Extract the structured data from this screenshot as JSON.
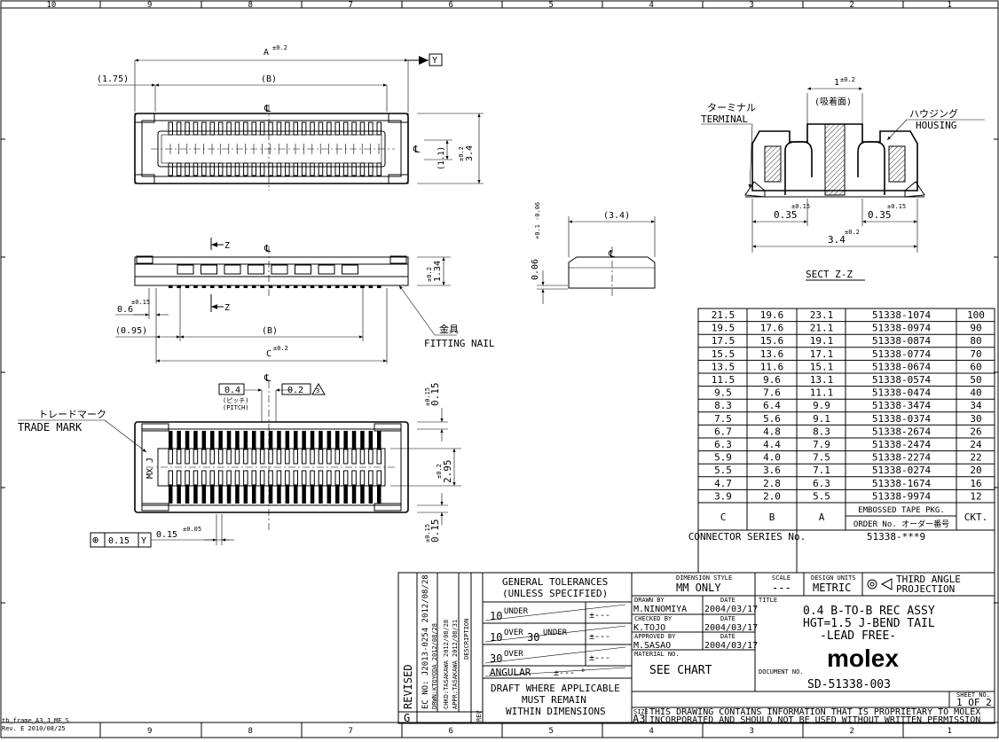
{
  "frame": {
    "top_zones": [
      "10",
      "9",
      "8",
      "7",
      "6",
      "5",
      "4",
      "3",
      "2",
      "1"
    ],
    "bottom_zones": [
      "9",
      "8",
      "7",
      "6",
      "5",
      "4",
      "3",
      "2",
      "1"
    ],
    "frame_id": "tb_frame_A3_J_ME_S",
    "frame_rev": "Rev. E 2010/08/25"
  },
  "top_view": {
    "dim_a": "A",
    "dim_a_tol": "±0.2",
    "datum_y": "Y",
    "dim_175": "(1.75)",
    "dim_b": "(B)",
    "centerline": "℄",
    "dim_11": "(1.1)",
    "dim_34": "3.4",
    "dim_34_tol": "±0.2"
  },
  "side_view": {
    "z_mark": "Z",
    "centerline": "℄",
    "dim_06": "0.6",
    "dim_06_tol": "±0.15",
    "dim_095": "(0.95)",
    "dim_b": "(B)",
    "dim_c": "C",
    "dim_c_tol": "±0.2",
    "dim_134": "1.34",
    "dim_134_tol": "±0.2",
    "nail_jp": "金具",
    "nail_en": "FITTING NAIL"
  },
  "end_view": {
    "dim_34": "(3.4)",
    "dim_006": "0.06",
    "dim_006_tol": "+0.1 -0.06",
    "centerline": "℄"
  },
  "section_view": {
    "dim_1": "1",
    "dim_1_tol": "±0.2",
    "suction_jp": "(吸着面)",
    "terminal_jp": "ターミナル",
    "terminal_en": "TERMINAL",
    "housing_jp": "ハウジング",
    "housing_en": "HOUSING",
    "dim_035a": "0.35",
    "dim_035b": "0.35",
    "dim_035_tol": "±0.15",
    "dim_34": "3.4",
    "dim_34_tol": "±0.2",
    "title": "SECT Z-Z"
  },
  "bottom_view": {
    "centerline": "℄",
    "pitch": "0.4",
    "pitch_jp": "(ピッチ)",
    "pitch_en": "(PITCH)",
    "tol_02": "0.2",
    "rev_tag": "3",
    "trade_jp": "トレードマーク",
    "trade_en": "TRADE MARK",
    "mark": "MX J",
    "dim_015a": "0.15",
    "dim_015_tol": "±0.15",
    "dim_295": "2.95",
    "dim_295_tol": "±0.2",
    "dim_015b": "0.15",
    "fcf_symbol": "⊕",
    "fcf_value": "0.15",
    "fcf_datum": "Y",
    "dim_015c": "0.15",
    "dim_015c_tol": "±0.05"
  },
  "chart_table": {
    "rows": [
      [
        "21.5",
        "19.6",
        "23.1",
        "51338-1074",
        "100"
      ],
      [
        "19.5",
        "17.6",
        "21.1",
        "51338-0974",
        "90"
      ],
      [
        "17.5",
        "15.6",
        "19.1",
        "51338-0874",
        "80"
      ],
      [
        "15.5",
        "13.6",
        "17.1",
        "51338-0774",
        "70"
      ],
      [
        "13.5",
        "11.6",
        "15.1",
        "51338-0674",
        "60"
      ],
      [
        "11.5",
        "9.6",
        "13.1",
        "51338-0574",
        "50"
      ],
      [
        "9.5",
        "7.6",
        "11.1",
        "51338-0474",
        "40"
      ],
      [
        "8.3",
        "6.4",
        "9.9",
        "51338-3474",
        "34"
      ],
      [
        "7.5",
        "5.6",
        "9.1",
        "51338-0374",
        "30"
      ],
      [
        "6.7",
        "4.8",
        "8.3",
        "51338-2674",
        "26"
      ],
      [
        "6.3",
        "4.4",
        "7.9",
        "51338-2474",
        "24"
      ],
      [
        "5.9",
        "4.0",
        "7.5",
        "51338-2274",
        "22"
      ],
      [
        "5.5",
        "3.6",
        "7.1",
        "51338-0274",
        "20"
      ],
      [
        "4.7",
        "2.8",
        "6.3",
        "51338-1674",
        "16"
      ],
      [
        "3.9",
        "2.0",
        "5.5",
        "51338-9974",
        "12"
      ]
    ],
    "header": [
      "C",
      "B",
      "A"
    ],
    "pkg_label": "EMBOSSED TAPE PKG.",
    "order_label": "ORDER No. オーダー番号",
    "ckt_label": "CKT.",
    "series_label": "CONNECTOR SERIES No.",
    "series_value": "51338-***9"
  },
  "revision_block": {
    "revised": "REVISED",
    "ec_no": "EC NO: J2013-0254  2012/08/28",
    "drwn": "DRWN:KTOYODA  2012/08/28",
    "chkd": "CHKD:TASAKAWA  2012/08/28",
    "appr": "APPR:TASAKAWA  2012/08/31",
    "description": "DESCRIPTION",
    "rev_letter": "G",
    "rev_label": "REV"
  },
  "tolerances": {
    "title1": "GENERAL TOLERANCES",
    "title2": "(UNLESS SPECIFIED)",
    "r1_over": "10",
    "r1_label": "UNDER",
    "r1_tol": "±---",
    "r2_a": "10",
    "r2_over": "OVER",
    "r2_b": "30",
    "r2_under": "UNDER",
    "r2_tol": "±---",
    "r3_a": "30",
    "r3_over": "OVER",
    "r3_tol": "±---",
    "angular": "ANGULAR",
    "angular_tol": "±---  °",
    "draft1": "DRAFT WHERE APPLICABLE",
    "draft2": "MUST REMAIN",
    "draft3": "WITHIN DIMENSIONS"
  },
  "title_block": {
    "dim_style_label": "DIMENSION STYLE",
    "dim_style": "MM ONLY",
    "scale_label": "SCALE",
    "scale": "---",
    "design_units_label": "DESIGN UNITS",
    "design_units": "METRIC",
    "projection1": "THIRD ANGLE",
    "projection2": "PROJECTION",
    "drawn_label": "DRAWN BY",
    "drawn_by": "M.NINOMIYA",
    "drawn_date": "2004/03/17",
    "checked_label": "CHECKED BY",
    "checked_by": "K.TOJO",
    "checked_date": "2004/03/17",
    "approved_label": "APPROVED BY",
    "approved_by": "M.SASAO",
    "approved_date": "2004/03/17",
    "date_label": "DATE",
    "title_label": "TITLE",
    "title1": "0.4 B-TO-B REC ASSY",
    "title2": "HGT=1.5 J-BEND TAIL",
    "title3": "-LEAD FREE-",
    "logo": "molex",
    "material_label": "MATERIAL NO.",
    "material": "SEE CHART",
    "document_label": "DOCUMENT NO.",
    "document": "SD-51338-003",
    "sheet_label": "SHEET NO.",
    "sheet": "1 OF 2",
    "size_label": "SIZE",
    "size": "A3",
    "notice1": "THIS DRAWING CONTAINS INFORMATION THAT IS PROPRIETARY TO MOLEX",
    "notice2": "INCORPORATED AND SHOULD NOT BE USED WITHOUT WRITTEN PERMISSION"
  }
}
